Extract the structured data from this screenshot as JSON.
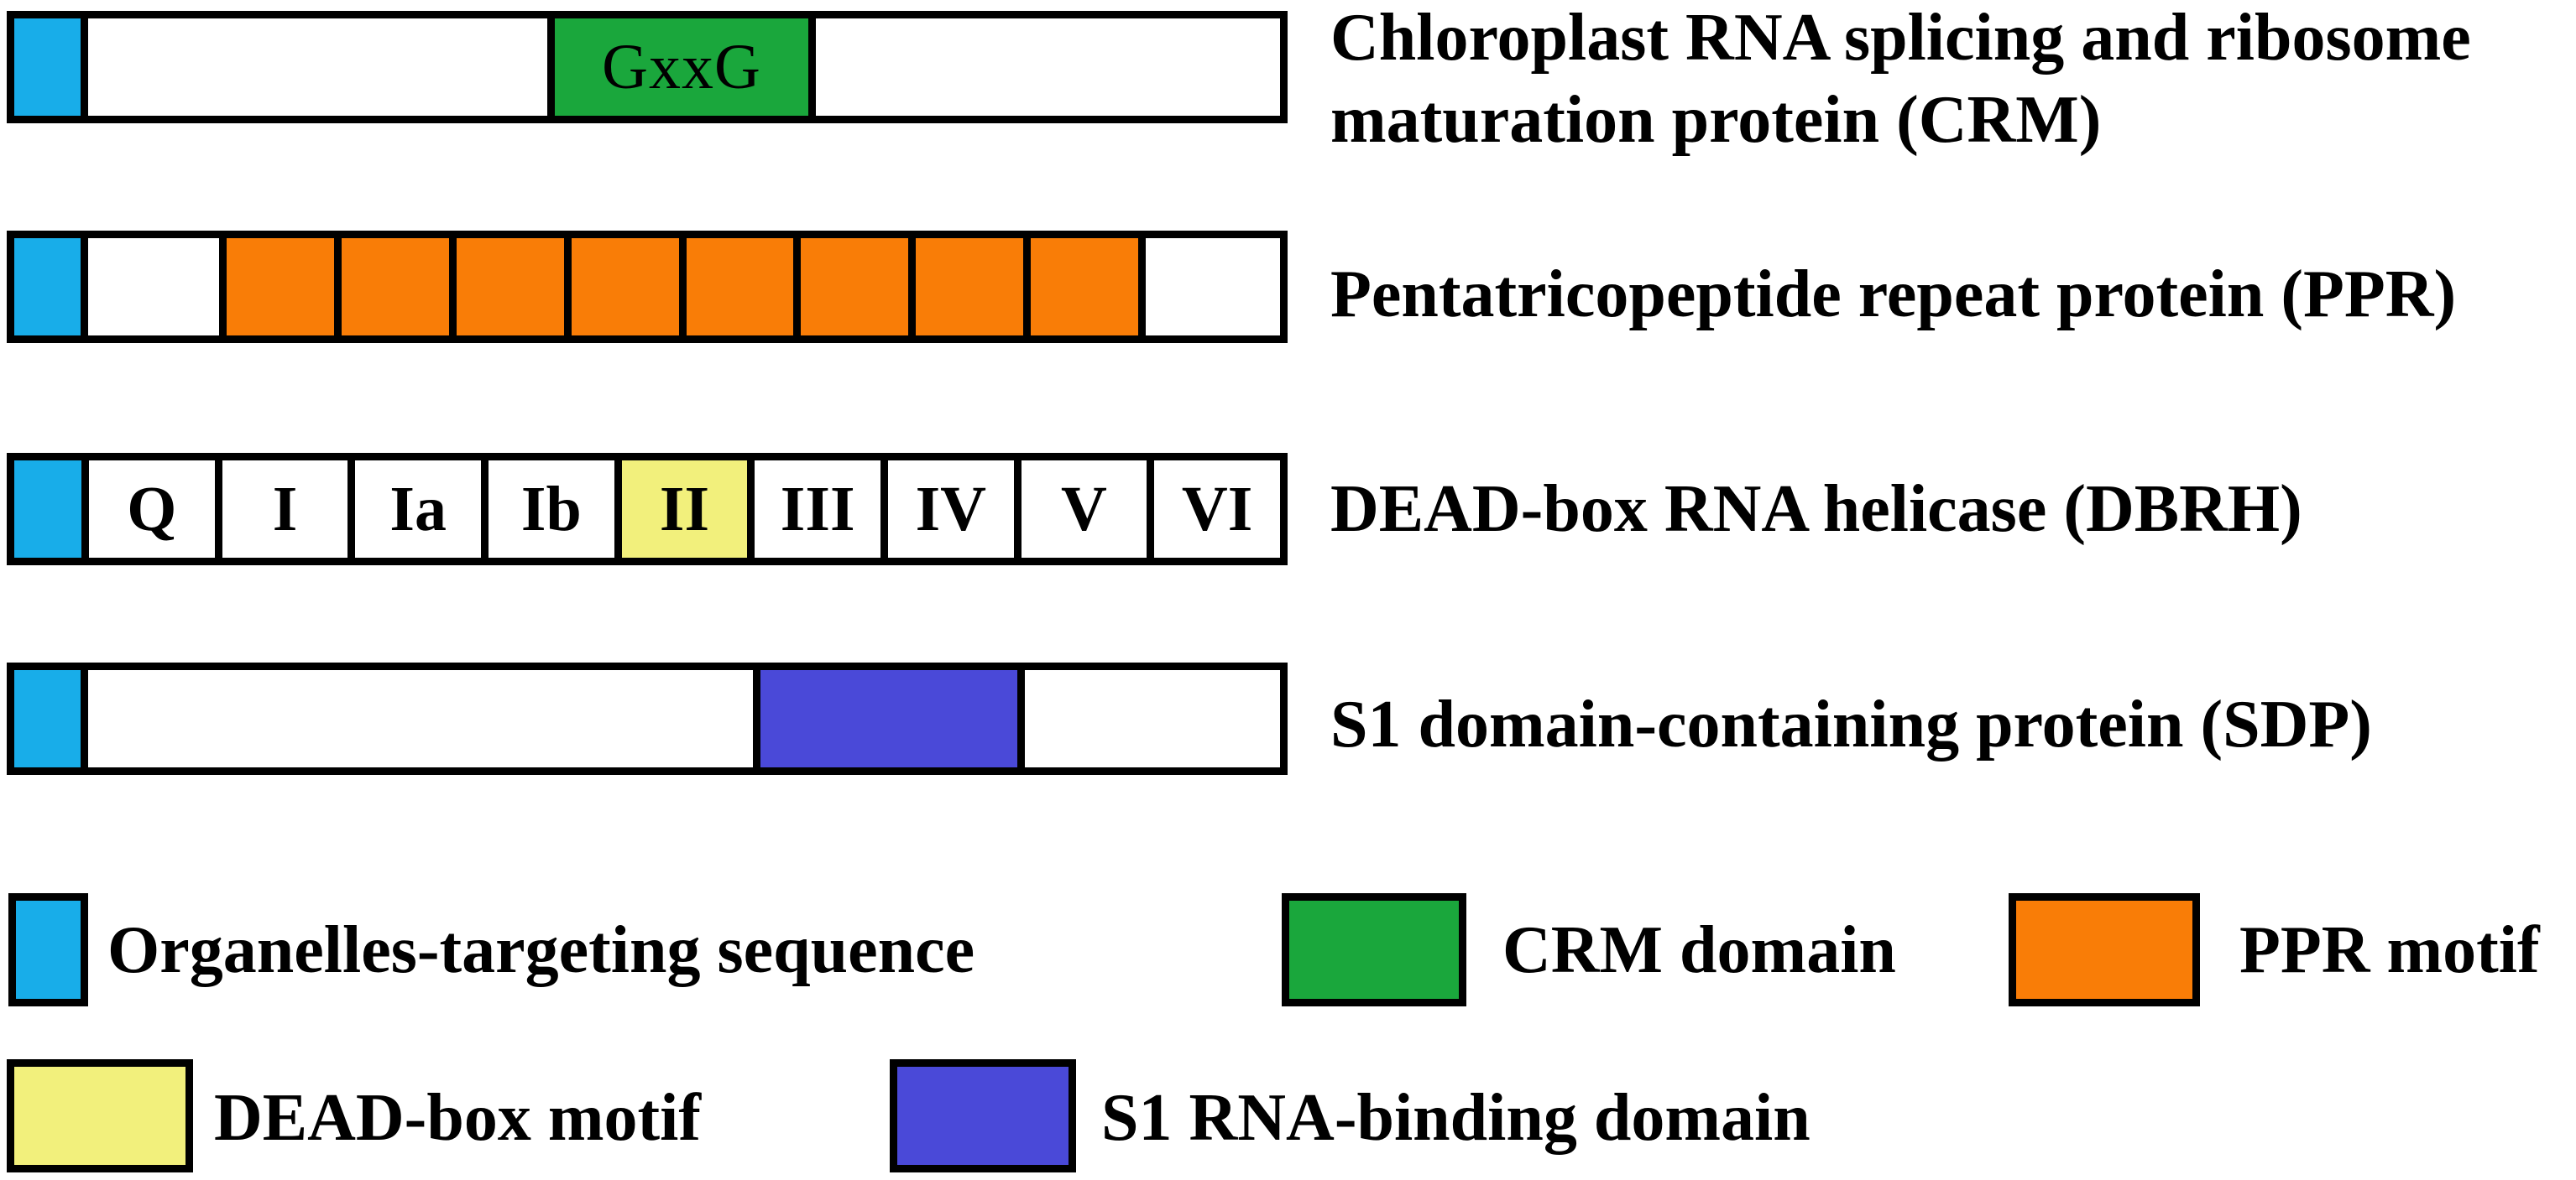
{
  "colors": {
    "targeting": "#18ADE9",
    "crm": "#1AA73C",
    "ppr": "#F97D07",
    "deadbox": "#F2F07C",
    "s1": "#4A49D8",
    "outline": "#000000",
    "background": "#FFFFFF",
    "text": "#000000"
  },
  "rows": [
    {
      "name": "CRM",
      "label_line1": "Chloroplast RNA splicing and ribosome",
      "label_line2": "maturation protein (CRM)",
      "domain_text": "GxxG"
    },
    {
      "name": "PPR",
      "label": "Pentatricopeptide repeat protein (PPR)",
      "repeat_count": 8
    },
    {
      "name": "DBRH",
      "label": "DEAD-box RNA helicase (DBRH)",
      "motifs": [
        "Q",
        "I",
        "Ia",
        "Ib",
        "II",
        "III",
        "IV",
        "V",
        "VI"
      ],
      "highlighted_motif": "II"
    },
    {
      "name": "SDP",
      "label": "S1 domain-containing protein (SDP)"
    }
  ],
  "legend": {
    "items": [
      {
        "name": "organelles-targeting-sequence",
        "label": "Organelles-targeting sequence",
        "color": "#18ADE9"
      },
      {
        "name": "crm-domain",
        "label": "CRM domain",
        "color": "#1AA73C"
      },
      {
        "name": "ppr-motif",
        "label": "PPR motif",
        "color": "#F97D07"
      },
      {
        "name": "dead-box-motif",
        "label": "DEAD-box motif",
        "color": "#F2F07C"
      },
      {
        "name": "s1-rna-binding-domain",
        "label": "S1 RNA-binding domain",
        "color": "#4A49D8"
      }
    ]
  }
}
